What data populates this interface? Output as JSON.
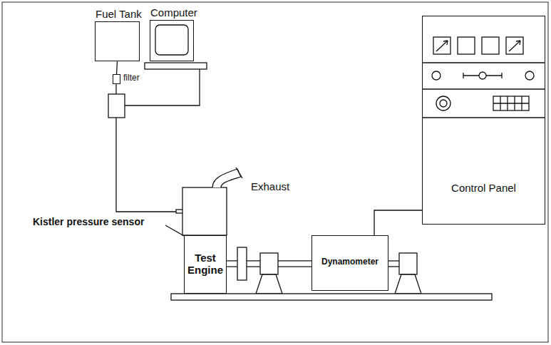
{
  "diagram": {
    "nodes": [
      {
        "text": [
          "Fuel Tank"
        ]
      },
      {
        "text": [
          "Computer"
        ]
      },
      {
        "text": [
          "filter"
        ]
      },
      {
        "text": [
          "Test Engine"
        ]
      },
      {
        "text": [
          "Dynamometer"
        ]
      },
      {
        "text": [
          "Control Panel"
        ]
      }
    ],
    "edges": [
      {
        "from": 0,
        "to": 2,
        "arrow": "none"
      },
      {
        "from": 3,
        "to": 4,
        "arrow": "none"
      },
      {
        "from": 5,
        "to": 4,
        "arrow": "none"
      }
    ],
    "labels": [
      "Exhaust",
      "Kistler pressure sensor"
    ]
  }
}
